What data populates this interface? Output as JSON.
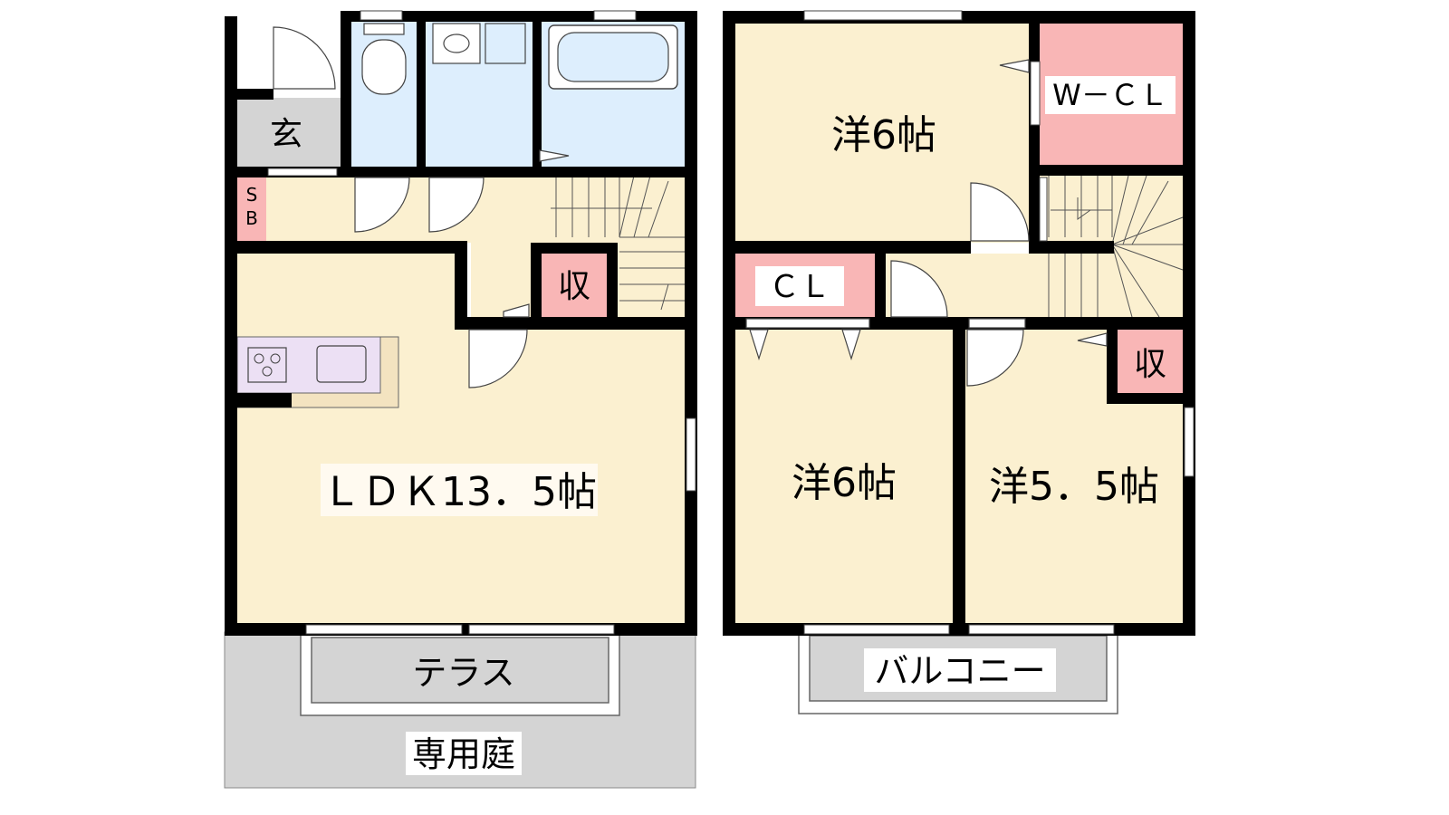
{
  "floor1": {
    "entrance": "玄",
    "shoe_box_s": "S",
    "shoe_box_b": "B",
    "storage": "収",
    "ldk": "ＬＤＫ13．5帖",
    "terrace": "テラス",
    "garden": "専用庭"
  },
  "floor2": {
    "room_a": "洋6帖",
    "wcl": "W－ＣＬ",
    "cl": "ＣＬ",
    "room_b": "洋6帖",
    "room_c": "洋5．5帖",
    "storage": "収",
    "balcony": "バルコニー"
  },
  "colors": {
    "room": "#fbf0d0",
    "storage": "#f9b6b6",
    "wet": "#ddeefd",
    "outdoor": "#d4d4d4",
    "kitchen": "#ece0f4",
    "wall": "#000000"
  }
}
